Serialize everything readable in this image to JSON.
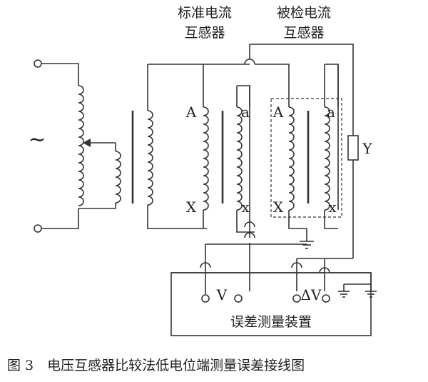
{
  "labels": {
    "standard_ct_line1": "标准电流",
    "standard_ct_line2": "互感器",
    "tested_ct_line1": "被检电流",
    "tested_ct_line2": "互感器",
    "ac_source": "~",
    "std_primary_top": "A",
    "std_primary_bottom": "X",
    "std_secondary_top": "a",
    "std_secondary_bottom": "x",
    "tst_primary_top": "A",
    "tst_primary_bottom": "X",
    "tst_secondary_top": "a",
    "tst_secondary_bottom": "x",
    "burden": "Y",
    "terminal_v": "V",
    "terminal_dv": "ΔV",
    "device": "误差测量装置"
  },
  "caption": "图 3　电压互感器比较法低电位端测量误差接线图"
}
